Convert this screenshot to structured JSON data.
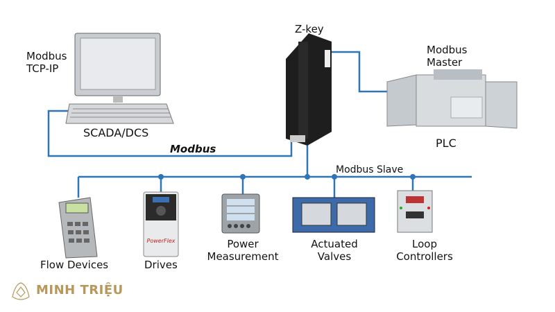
{
  "labels": {
    "modbus_tcp": "Modbus\nTCP-IP",
    "scada": "SCADA/DCS",
    "modbus": "Modbus",
    "zkey": "Z-key",
    "modbus_master": "Modbus\nMaster",
    "plc": "PLC",
    "modbus_slave": "Modbus Slave",
    "flow": "Flow Devices",
    "drives": "Drives",
    "power": "Power\nMeasurement",
    "valves": "Actuated\nValves",
    "loop": "Loop\nControllers"
  },
  "brand": "MINH TRIỆU",
  "colors": {
    "line": "#2e75b6",
    "brand": "#b8975a"
  }
}
